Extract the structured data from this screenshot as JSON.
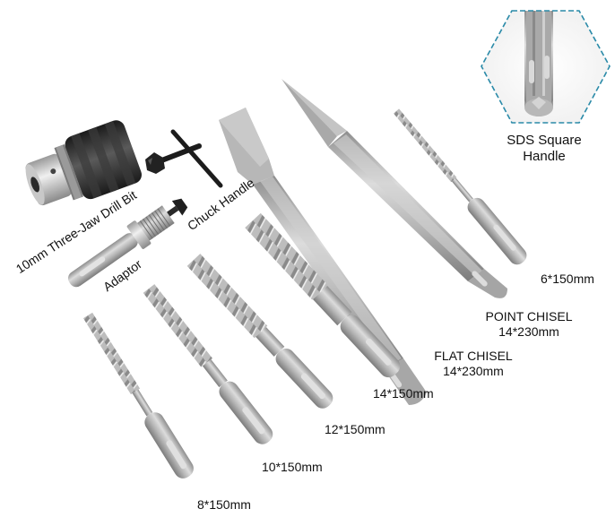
{
  "callout": {
    "title_line1": "SDS Square",
    "title_line2": "Handle",
    "border_color": "#2a8aa8"
  },
  "accessories": {
    "chuck_label": "10mm Three-Jaw Drill Bit",
    "adaptor_label": "Adaptor",
    "key_label": "Chuck Handle"
  },
  "bits": [
    {
      "id": "drill-6",
      "size": "6*150mm"
    },
    {
      "id": "point-chisel",
      "name": "POINT CHISEL",
      "size": "14*230mm"
    },
    {
      "id": "flat-chisel",
      "name": "FLAT CHISEL",
      "size": "14*230mm"
    },
    {
      "id": "drill-14",
      "size": "14*150mm"
    },
    {
      "id": "drill-12",
      "size": "12*150mm"
    },
    {
      "id": "drill-10",
      "size": "10*150mm"
    },
    {
      "id": "drill-8",
      "size": "8*150mm"
    }
  ],
  "colors": {
    "steel_light": "#d4d4d4",
    "steel_mid": "#a8a8a8",
    "steel_dark": "#7a7a7a",
    "chuck_black": "#2a2a2a"
  }
}
